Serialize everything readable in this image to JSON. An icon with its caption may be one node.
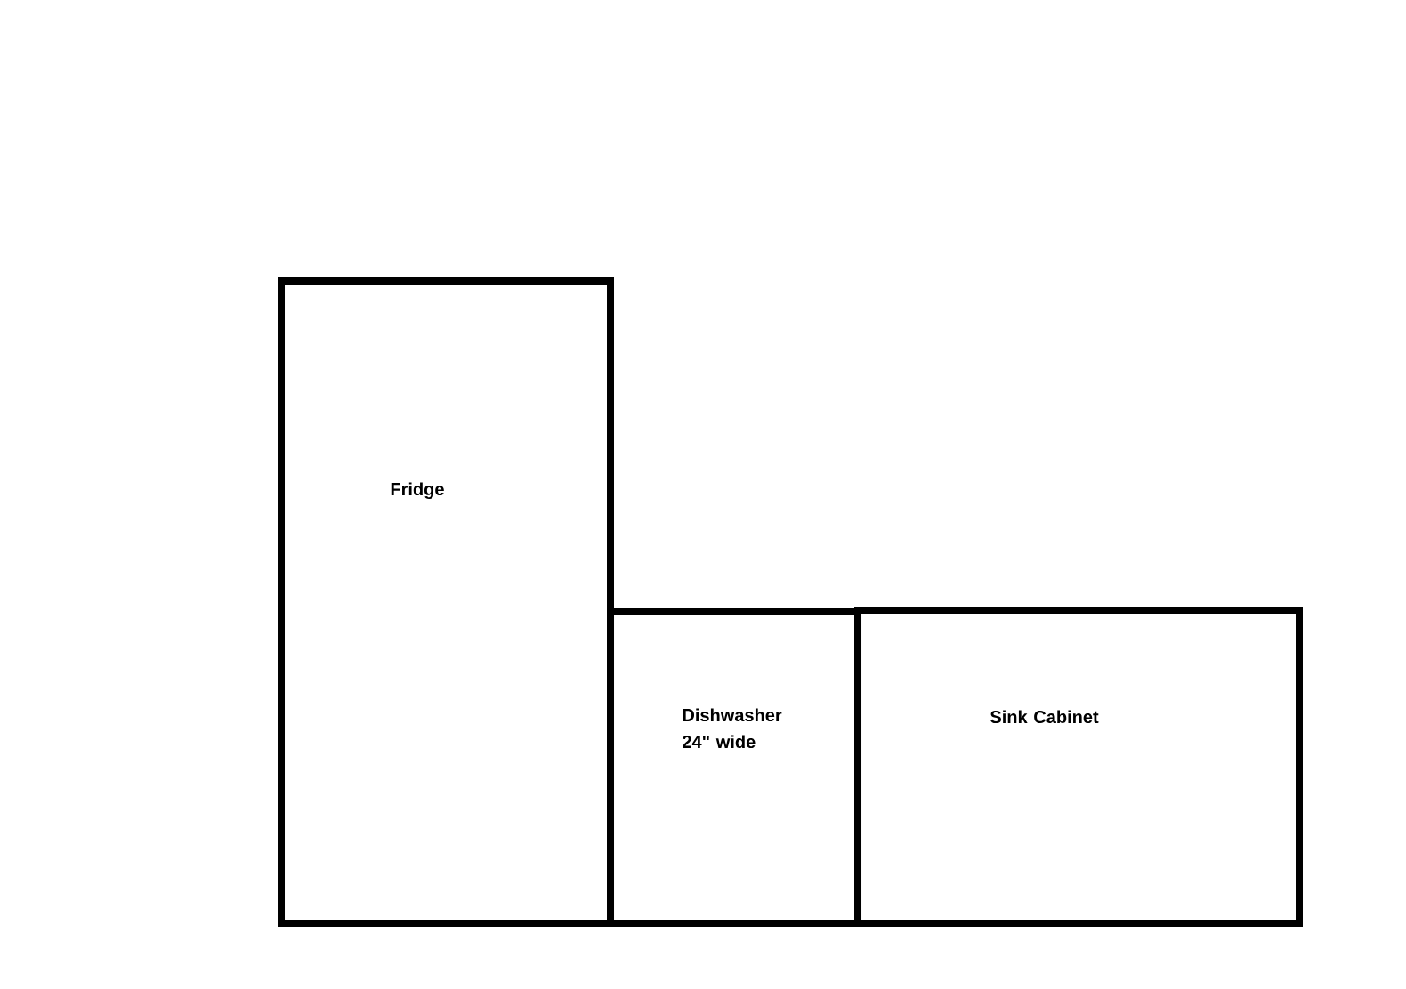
{
  "diagram": {
    "nodes": [
      {
        "text": [
          "Fridge"
        ]
      },
      {
        "text": [
          "Dishwasher 24\" wide"
        ]
      },
      {
        "text": [
          "Sink Cabinet"
        ]
      }
    ]
  }
}
